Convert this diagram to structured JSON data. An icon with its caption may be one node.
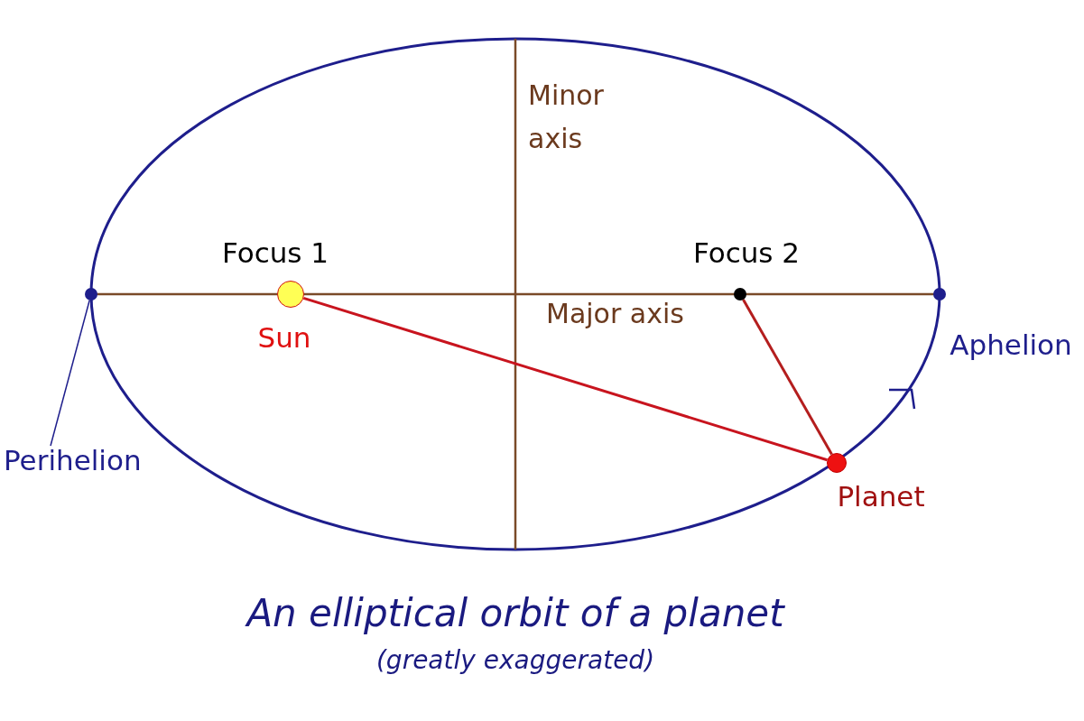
{
  "diagram": {
    "title": "An elliptical orbit of a planet",
    "caption": "(greatly exaggerated)",
    "nodes": [
      {
        "text": [],
        "shape": "circle",
        "beside": [
          "Focus 1",
          "Sun"
        ]
      },
      {
        "text": [],
        "shape": "circle",
        "beside": [
          "Focus 2"
        ]
      },
      {
        "text": [],
        "shape": "circle",
        "beside": [
          "Planet"
        ]
      },
      {
        "text": [
          "Perihelion"
        ]
      },
      {
        "text": [],
        "shape": "circle"
      },
      {
        "text": [],
        "shape": "circle",
        "beside": [
          "Aphelion"
        ]
      }
    ],
    "edges": [
      {
        "from": 0,
        "to": 2,
        "arrow": "none",
        "color": "#c8141e"
      },
      {
        "from": 1,
        "to": 2,
        "arrow": "none",
        "color": "#b41e1e"
      },
      {
        "from": 3,
        "to": 4,
        "arrow": "none",
        "color": "#1e1e8c"
      }
    ],
    "labels": [
      "Minor axis",
      "Major axis"
    ]
  }
}
